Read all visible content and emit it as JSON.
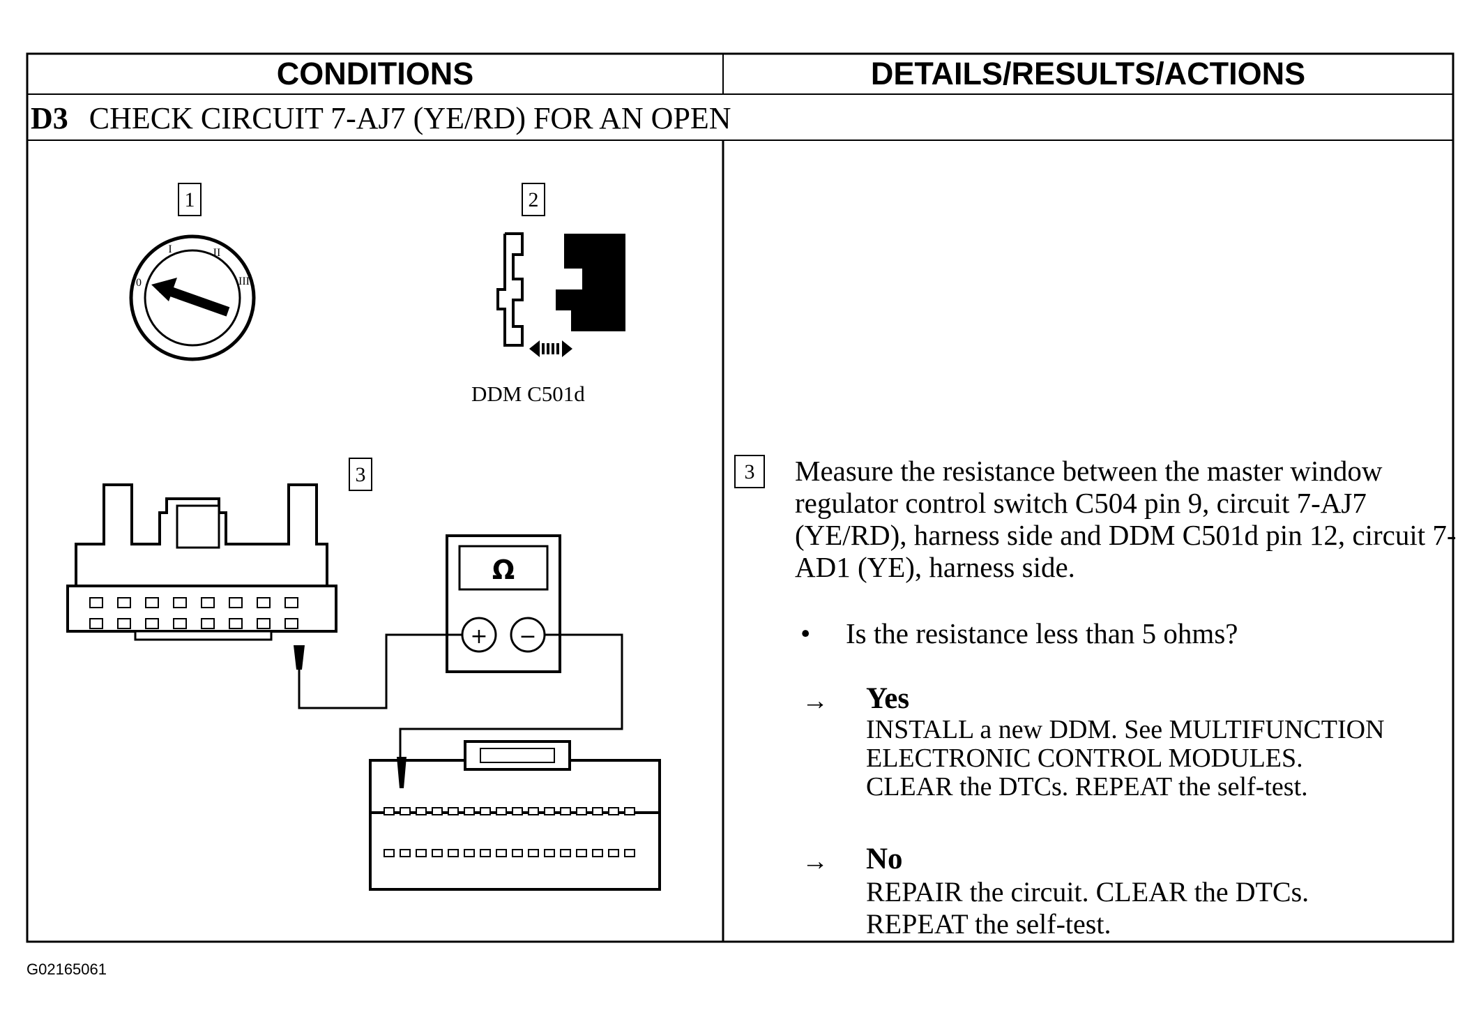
{
  "headers": {
    "conditions": "CONDITIONS",
    "details": "DETAILS/RESULTS/ACTIONS"
  },
  "step": {
    "id": "D3",
    "title": "CHECK CIRCUIT 7-AJ7 (YE/RD) FOR AN OPEN"
  },
  "figure": {
    "callout_1": "1",
    "callout_2": "2",
    "callout_3": "3",
    "connector_label": "DDM C501d",
    "ohm_symbol": "Ω",
    "meter_plus": "+",
    "meter_minus": "−",
    "ignition_positions": [
      "0",
      "I",
      "II",
      "III"
    ]
  },
  "details": {
    "callout": "3",
    "measure_text": "Measure the resistance between the master window regulator control switch C504 pin 9, circuit 7-AJ7 (YE/RD), harness side and DDM C501d pin 12, circuit 7-AD1 (YE), harness side.",
    "bullet": "•",
    "question": "Is the resistance less than 5 ohms?",
    "arrow": "→",
    "yes_label": "Yes",
    "yes_action": "INSTALL a new DDM. See MULTIFUNCTION\nELECTRONIC CONTROL MODULES.\nCLEAR the DTCs. REPEAT the self-test.",
    "no_label": "No",
    "no_action": "REPAIR the circuit. CLEAR the DTCs.\nREPEAT the self-test."
  },
  "figure_id": "G02165061"
}
